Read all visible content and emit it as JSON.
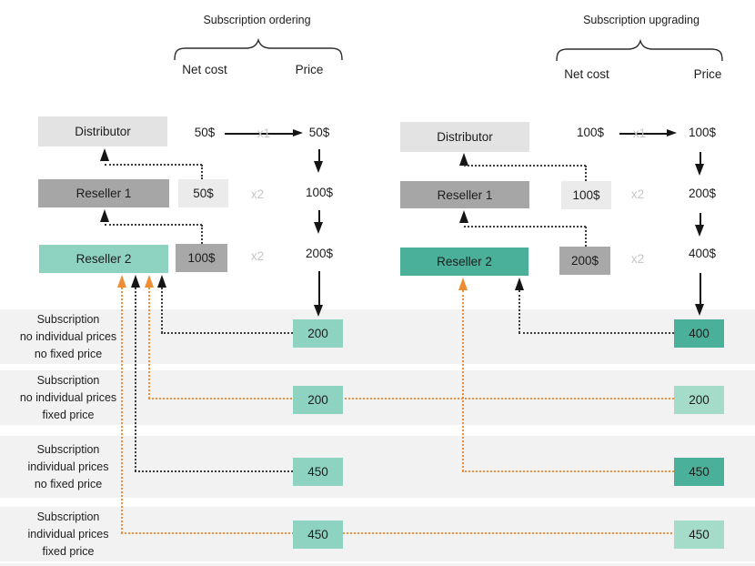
{
  "diagram": {
    "panels": [
      {
        "title": "Subscription ordering",
        "columns": {
          "net_cost": "Net cost",
          "price": "Price"
        },
        "entities": {
          "distributor": {
            "label": "Distributor",
            "net_cost": "50$",
            "multiplier": "x1",
            "price": "50$"
          },
          "reseller1": {
            "label": "Reseller 1",
            "net_cost": "50$",
            "multiplier": "x2",
            "price": "100$"
          },
          "reseller2": {
            "label": "Reseller 2",
            "net_cost": "100$",
            "multiplier": "x2",
            "price": "200$"
          }
        },
        "row_values": [
          "200",
          "200",
          "450",
          "450"
        ]
      },
      {
        "title": "Subscription upgrading",
        "columns": {
          "net_cost": "Net cost",
          "price": "Price"
        },
        "entities": {
          "distributor": {
            "label": "Distributor",
            "net_cost": "100$",
            "multiplier": "x1",
            "price": "100$"
          },
          "reseller1": {
            "label": "Reseller 1",
            "net_cost": "100$",
            "multiplier": "x2",
            "price": "200$"
          },
          "reseller2": {
            "label": "Reseller 2",
            "net_cost": "200$",
            "multiplier": "x2",
            "price": "400$"
          }
        },
        "row_values": [
          "400",
          "200",
          "450",
          "450"
        ]
      }
    ],
    "rows": [
      {
        "lines": [
          "Subscription",
          "no individual prices",
          "no fixed price"
        ]
      },
      {
        "lines": [
          "Subscription",
          "no individual prices",
          "fixed price"
        ]
      },
      {
        "lines": [
          "Subscription",
          "individual prices",
          "no fixed price"
        ]
      },
      {
        "lines": [
          "Subscription",
          "individual prices",
          "fixed price"
        ]
      }
    ],
    "colors": {
      "teal_light": "#8ed3c1",
      "teal_dark": "#4bb09a",
      "teal_pale": "#a4dbc9",
      "gray_entity": "#a6a6a6",
      "gray_net_dark": "#a8a8a8",
      "gray_net_light": "#ebebeb",
      "gray_distributor": "#e3e3e3",
      "row_band": "#f2f2f2",
      "orange_line": "#ee8d35",
      "black_line": "#3c3c3c",
      "multiplier_gray": "#c6c6c6"
    }
  }
}
